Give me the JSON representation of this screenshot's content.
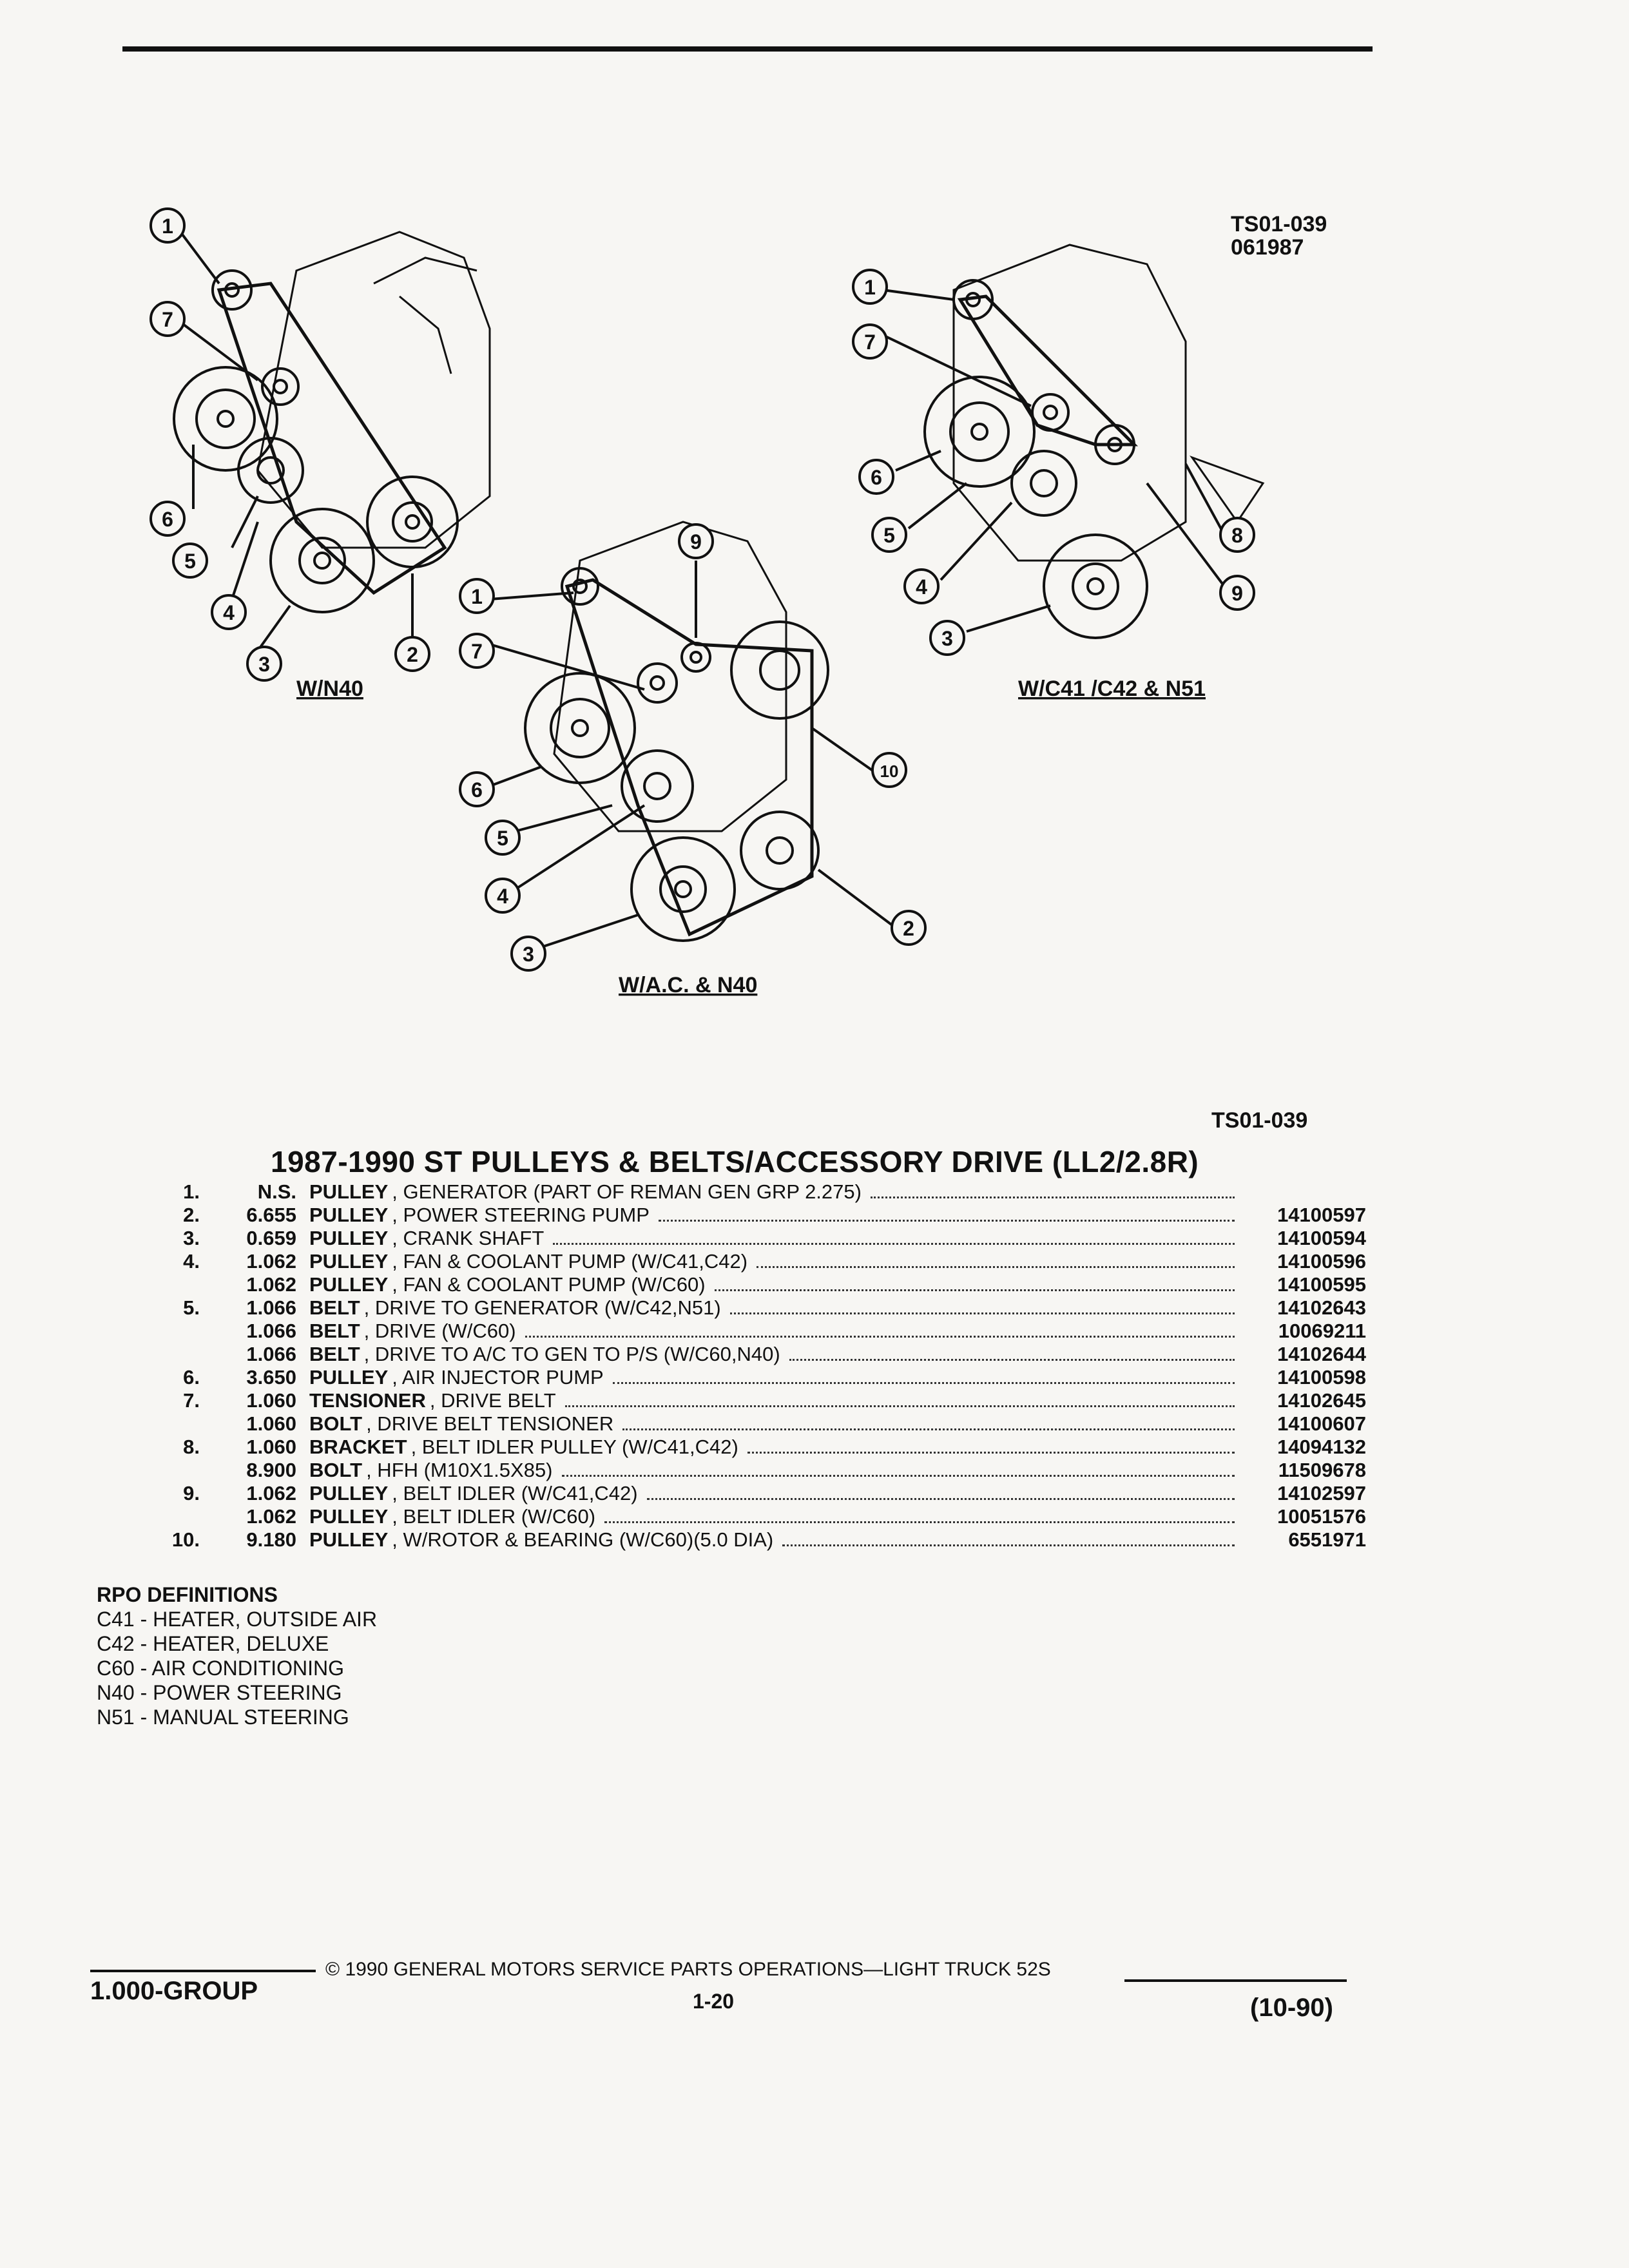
{
  "figure": {
    "code": "TS01-039",
    "date_code": "061987",
    "views": [
      {
        "label": "W/N40"
      },
      {
        "label": "W/C41 /C42 & N51"
      },
      {
        "label": "W/A.C. & N40"
      }
    ],
    "callouts": [
      "1",
      "2",
      "3",
      "4",
      "5",
      "6",
      "7",
      "8",
      "9",
      "10"
    ]
  },
  "figure_code_below": "TS01-039",
  "title": "1987-1990 ST PULLEYS & BELTS/ACCESSORY DRIVE (LL2/2.8R)",
  "parts": [
    {
      "num": "1.",
      "group": "N.S.",
      "name": "PULLEY",
      "desc": ", GENERATOR (PART OF REMAN GEN GRP 2.275)",
      "part": ""
    },
    {
      "num": "2.",
      "group": "6.655",
      "name": "PULLEY",
      "desc": ", POWER STEERING PUMP",
      "part": "14100597"
    },
    {
      "num": "3.",
      "group": "0.659",
      "name": "PULLEY",
      "desc": ", CRANK SHAFT",
      "part": "14100594"
    },
    {
      "num": "4.",
      "group": "1.062",
      "name": "PULLEY",
      "desc": ", FAN & COOLANT PUMP (W/C41,C42)",
      "part": "14100596"
    },
    {
      "num": "",
      "group": "1.062",
      "name": "PULLEY",
      "desc": ", FAN & COOLANT PUMP (W/C60)",
      "part": "14100595"
    },
    {
      "num": "5.",
      "group": "1.066",
      "name": "BELT",
      "desc": ", DRIVE TO GENERATOR (W/C42,N51)",
      "part": "14102643"
    },
    {
      "num": "",
      "group": "1.066",
      "name": "BELT",
      "desc": ", DRIVE (W/C60)",
      "part": "10069211"
    },
    {
      "num": "",
      "group": "1.066",
      "name": "BELT",
      "desc": ", DRIVE TO A/C TO GEN TO P/S (W/C60,N40)",
      "part": "14102644"
    },
    {
      "num": "6.",
      "group": "3.650",
      "name": "PULLEY",
      "desc": ", AIR INJECTOR PUMP",
      "part": "14100598"
    },
    {
      "num": "7.",
      "group": "1.060",
      "name": "TENSIONER",
      "desc": ", DRIVE BELT",
      "part": "14102645"
    },
    {
      "num": "",
      "group": "1.060",
      "name": "BOLT",
      "desc": ", DRIVE BELT TENSIONER",
      "part": "14100607"
    },
    {
      "num": "8.",
      "group": "1.060",
      "name": "BRACKET",
      "desc": ", BELT IDLER PULLEY (W/C41,C42)",
      "part": "14094132"
    },
    {
      "num": "",
      "group": "8.900",
      "name": "BOLT",
      "desc": ", HFH (M10X1.5X85)",
      "part": "11509678"
    },
    {
      "num": "9.",
      "group": "1.062",
      "name": "PULLEY",
      "desc": ", BELT IDLER (W/C41,C42)",
      "part": "14102597"
    },
    {
      "num": "",
      "group": "1.062",
      "name": "PULLEY",
      "desc": ", BELT IDLER (W/C60)",
      "part": "10051576"
    },
    {
      "num": "10.",
      "group": "9.180",
      "name": "PULLEY",
      "desc": ", W/ROTOR & BEARING (W/C60)(5.0 DIA)",
      "part": "6551971"
    }
  ],
  "rpo": {
    "title": "RPO DEFINITIONS",
    "items": [
      "C41 - HEATER, OUTSIDE AIR",
      "C42 - HEATER, DELUXE",
      "C60 - AIR CONDITIONING",
      "N40 - POWER STEERING",
      "N51 - MANUAL STEERING"
    ]
  },
  "footer": {
    "group": "1.000-GROUP",
    "copyright": "© 1990 GENERAL MOTORS SERVICE PARTS OPERATIONS—LIGHT TRUCK 52S",
    "page": "1-20",
    "date": "(10-90)"
  }
}
